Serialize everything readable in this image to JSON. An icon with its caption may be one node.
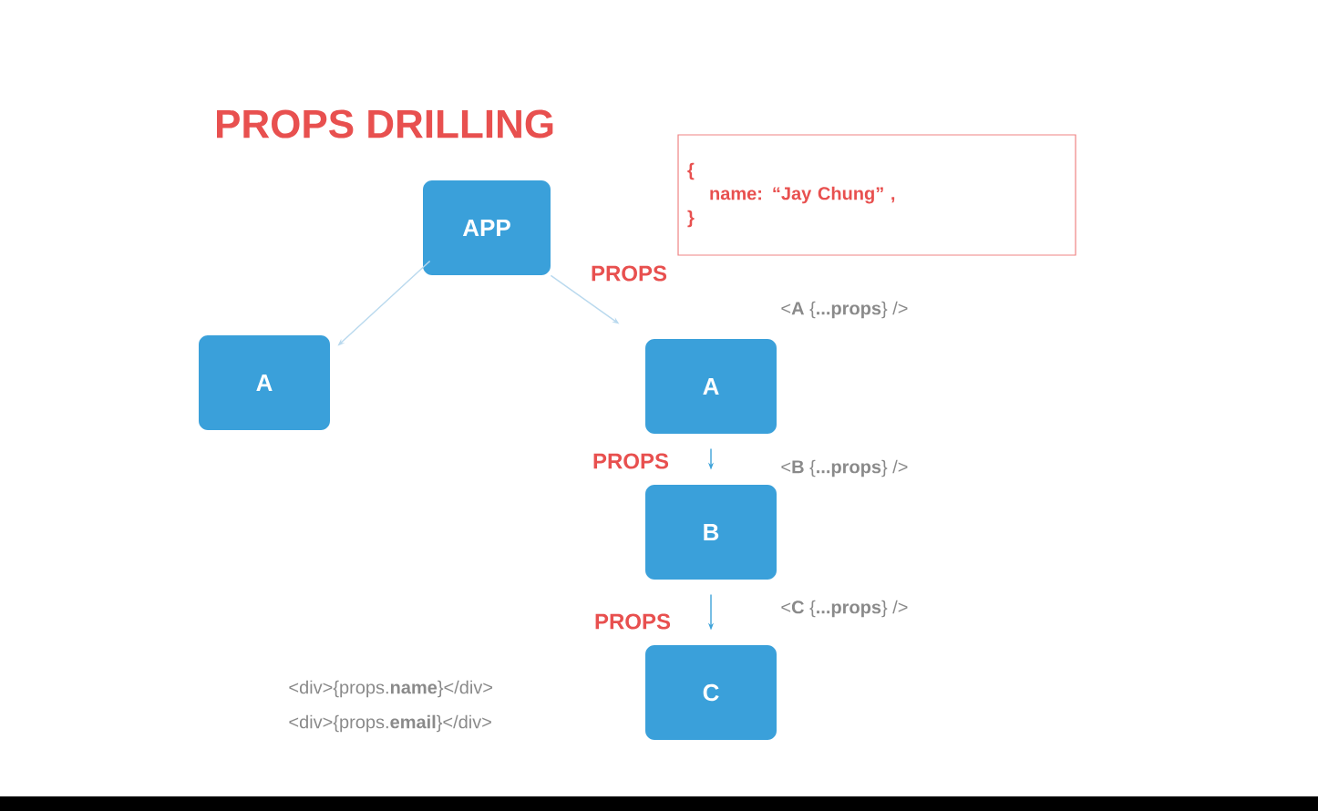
{
  "diagram": {
    "title": "PROPS DRILLING",
    "nodes": [
      {
        "text": [
          "APP"
        ]
      },
      {
        "text": [
          "A"
        ]
      },
      {
        "text": [
          "A"
        ]
      },
      {
        "text": [
          "B"
        ]
      },
      {
        "text": [
          "C"
        ]
      },
      {
        "text": [
          "{",
          "name: “Jay Chung” ,",
          "}"
        ]
      }
    ],
    "edges": [
      {
        "from": 0,
        "to": 1,
        "arrow": "to",
        "color": "#b9d9ee"
      },
      {
        "from": 0,
        "to": 2,
        "arrow": "to",
        "label": "PROPS",
        "color": "#b9d9ee"
      },
      {
        "from": 2,
        "to": 3,
        "arrow": "to",
        "label": "PROPS",
        "color": "#3fa3d9"
      },
      {
        "from": 3,
        "to": 4,
        "arrow": "to",
        "label": "PROPS",
        "color": "#3fa3d9"
      }
    ],
    "labels": [
      "<**A** {**...props**} />",
      "<**B** {**...props**} />",
      "<**C** {**...props**} />",
      "<div>{props.**name**}</div>",
      "<div>{props.**email**}</div>"
    ]
  }
}
